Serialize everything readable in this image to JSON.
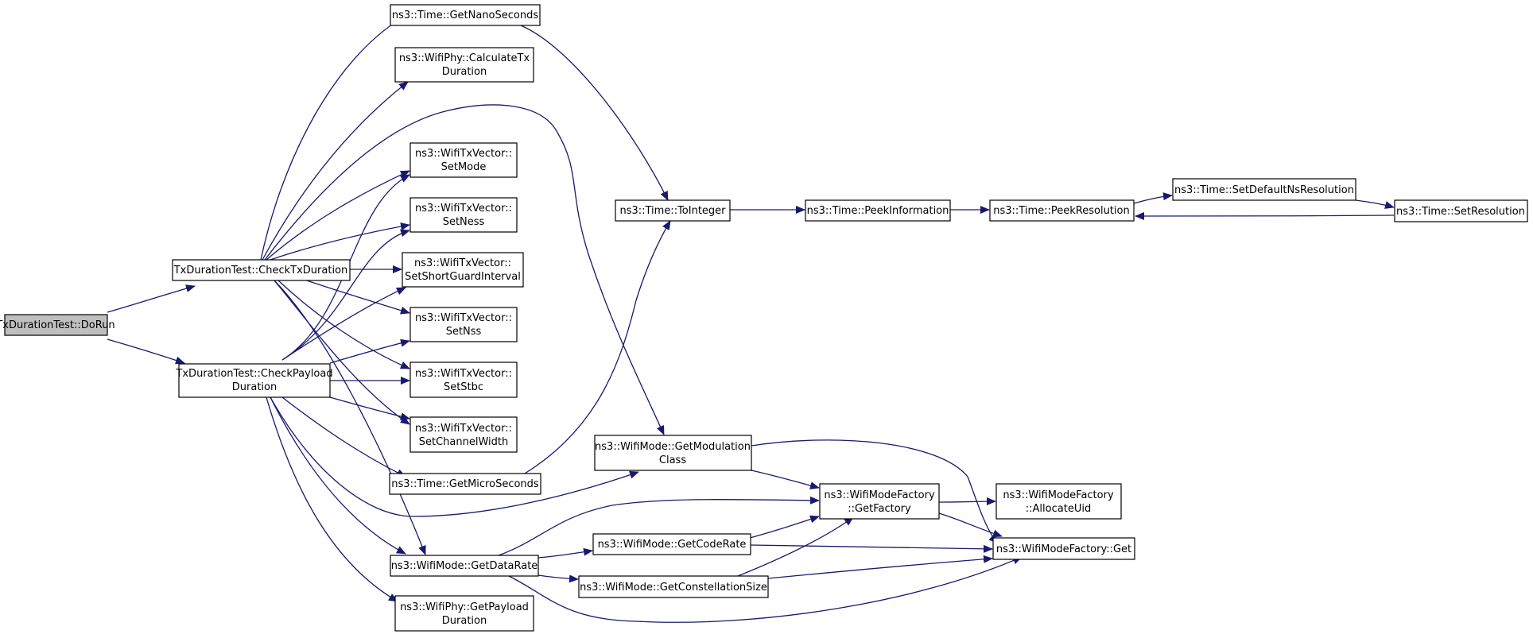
{
  "graph": {
    "edge_color": "#191970",
    "root_fill": "#bfbfbf",
    "nodes": {
      "dorun": [
        "TxDurationTest::DoRun"
      ],
      "checktx": [
        "TxDurationTest::CheckTxDuration"
      ],
      "checkpayload": [
        "TxDurationTest::CheckPayload",
        "Duration"
      ],
      "getnano": [
        "ns3::Time::GetNanoSeconds"
      ],
      "calctx": [
        "ns3::WifiPhy::CalculateTx",
        "Duration"
      ],
      "setmode": [
        "ns3::WifiTxVector::",
        "SetMode"
      ],
      "setness": [
        "ns3::WifiTxVector::",
        "SetNess"
      ],
      "setsgi": [
        "ns3::WifiTxVector::",
        "SetShortGuardInterval"
      ],
      "setnss": [
        "ns3::WifiTxVector::",
        "SetNss"
      ],
      "setstbc": [
        "ns3::WifiTxVector::",
        "SetStbc"
      ],
      "setcw": [
        "ns3::WifiTxVector::",
        "SetChannelWidth"
      ],
      "getmicro": [
        "ns3::Time::GetMicroSeconds"
      ],
      "getdatarate": [
        "ns3::WifiMode::GetDataRate"
      ],
      "getpayload": [
        "ns3::WifiPhy::GetPayload",
        "Duration"
      ],
      "toint": [
        "ns3::Time::ToInteger"
      ],
      "getmodclass": [
        "ns3::WifiMode::GetModulation",
        "Class"
      ],
      "getcoderate": [
        "ns3::WifiMode::GetCodeRate"
      ],
      "getconst": [
        "ns3::WifiMode::GetConstellationSize"
      ],
      "peekinfo": [
        "ns3::Time::PeekInformation"
      ],
      "peekres": [
        "ns3::Time::PeekResolution"
      ],
      "getfactory": [
        "ns3::WifiModeFactory",
        "::GetFactory"
      ],
      "mfget": [
        "ns3::WifiModeFactory::Get"
      ],
      "setdefres": [
        "ns3::Time::SetDefaultNsResolution"
      ],
      "setres": [
        "ns3::Time::SetResolution"
      ],
      "allocuid": [
        "ns3::WifiModeFactory",
        "::AllocateUid"
      ]
    }
  }
}
